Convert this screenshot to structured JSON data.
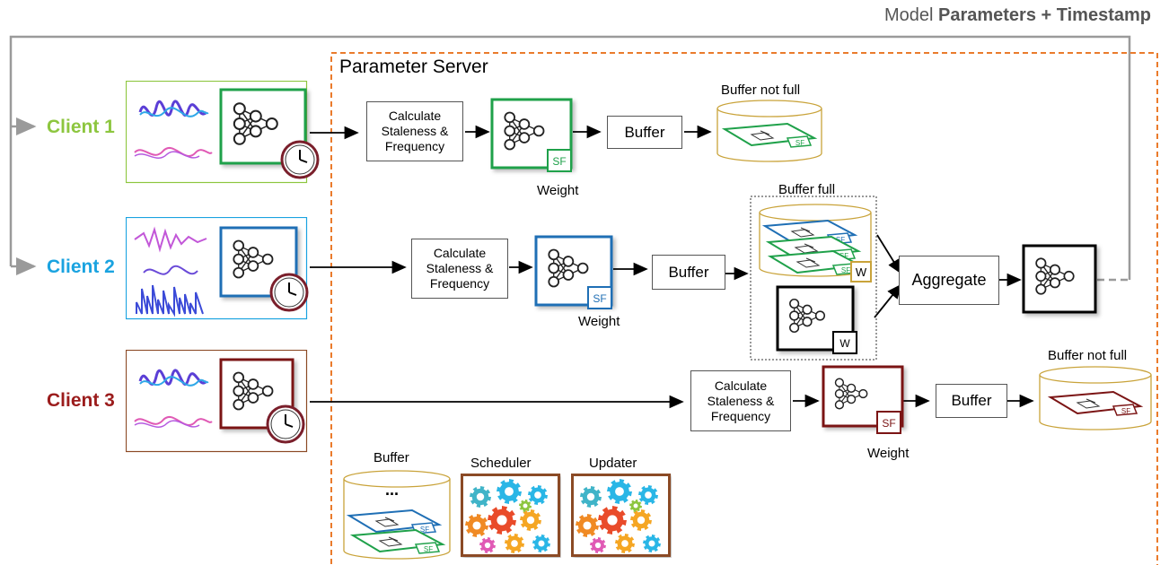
{
  "header": {
    "model_text": "Model ",
    "params_text": "Parameters",
    "plus_text": " + ",
    "timestamp_text": "Timestamp"
  },
  "server": {
    "title": "Parameter Server"
  },
  "clients": [
    {
      "label": "Client 1",
      "color": "#8dc63f"
    },
    {
      "label": "Client 2",
      "color": "#1aa3e0"
    },
    {
      "label": "Client 3",
      "color": "#9b1c1c"
    }
  ],
  "steps": {
    "calculate_label_1": "Calculate",
    "calculate_label_2": "Staleness &",
    "calculate_label_3": "Frequency",
    "buffer": "Buffer",
    "weight": "Weight",
    "sf": "SF",
    "w": "W",
    "aggregate": "Aggregate"
  },
  "status": {
    "buffer_not_full": "Buffer not full",
    "buffer_full": "Buffer full"
  },
  "components": {
    "buffer": "Buffer",
    "ellipsis": "...",
    "scheduler": "Scheduler",
    "updater": "Updater"
  },
  "colors": {
    "green": "#1fa14a",
    "blue": "#1f6fb5",
    "brown": "#7b1414",
    "orange": "#ea7b2c",
    "gray": "#9a9a9a",
    "cylinder_stroke": "#c9a33a",
    "frame_brown": "#8b4a25"
  }
}
